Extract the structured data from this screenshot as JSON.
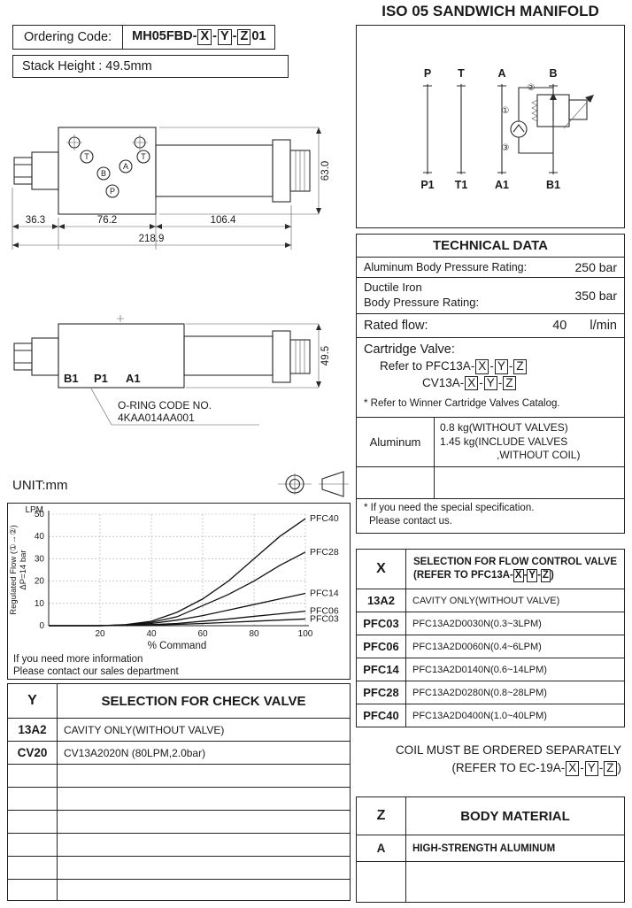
{
  "page": {
    "title": "ISO 05 SANDWICH MANIFOLD",
    "unit_label": "UNIT:mm"
  },
  "codes": {
    "x": "X",
    "y": "Y",
    "z": "Z",
    "sep": "-"
  },
  "ordering": {
    "label": "Ordering Code:",
    "prefix": "MH05FBD-",
    "suffix": "01",
    "stack_height": "Stack Height : 49.5mm"
  },
  "top_view": {
    "ports": [
      "T",
      "T",
      "B",
      "A",
      "P"
    ],
    "dims": {
      "seg1": "36.3",
      "seg2": "76.2",
      "seg3": "106.4",
      "total": "218.9",
      "height": "63.0"
    }
  },
  "side_view": {
    "ports": [
      "B1",
      "P1",
      "A1"
    ],
    "height": "49.5",
    "oring_line1": "O-RING CODE NO.",
    "oring_line2": "4KAA014AA001"
  },
  "schematic": {
    "top_ports": [
      "P",
      "T",
      "A",
      "B"
    ],
    "bottom_ports": [
      "P1",
      "T1",
      "A1",
      "B1"
    ],
    "marks": [
      "①",
      "②",
      "③"
    ]
  },
  "technical_data": {
    "header": "TECHNICAL DATA",
    "row1_label": "Aluminum Body Pressure Rating:",
    "row1_value": "250 bar",
    "row2_label_line1": "Ductile Iron",
    "row2_label_line2": "Body Pressure Rating:",
    "row2_value": "350 bar",
    "row3_label": "Rated flow:",
    "row3_value": "40",
    "row3_unit": "l/min",
    "cartridge_title": "Cartridge Valve:",
    "cartridge_line1_prefix": "Refer to PFC13A-",
    "cartridge_line2_prefix": "CV13A-",
    "catalog_note": "* Refer to Winner Cartridge Valves Catalog.",
    "weight_material": "Aluminum",
    "weight_line1": "0.8  kg(WITHOUT VALVES)",
    "weight_line2": "1.45 kg(INCLUDE VALVES",
    "weight_line3": ",WITHOUT COIL)",
    "special_note_line1": "* If you need the special specification.",
    "special_note_line2": "Please contact us."
  },
  "flow_valve_table": {
    "key": "X",
    "header_line1": "SELECTION FOR FLOW CONTROL VALVE",
    "header_line2_prefix": "(REFER TO PFC13A-",
    "header_line2_suffix": ")",
    "rows": [
      {
        "code": "13A2",
        "desc": "CAVITY ONLY(WITHOUT VALVE)"
      },
      {
        "code": "PFC03",
        "desc": "PFC13A2D0030N(0.3~3LPM)"
      },
      {
        "code": "PFC06",
        "desc": "PFC13A2D0060N(0.4~6LPM)"
      },
      {
        "code": "PFC14",
        "desc": "PFC13A2D0140N(0.6~14LPM)"
      },
      {
        "code": "PFC28",
        "desc": "PFC13A2D0280N(0.8~28LPM)"
      },
      {
        "code": "PFC40",
        "desc": "PFC13A2D0400N(1.0~40LPM)"
      }
    ]
  },
  "coil_note": {
    "line1": "COIL MUST BE ORDERED SEPARATELY",
    "line2_prefix": "(REFER TO EC-19A-",
    "line2_suffix": ")"
  },
  "body_material_table": {
    "key": "Z",
    "header": "BODY MATERIAL",
    "rows": [
      {
        "code": "A",
        "desc": "HIGH-STRENGTH ALUMINUM"
      }
    ]
  },
  "check_valve_table": {
    "key": "Y",
    "header": "SELECTION FOR CHECK VALVE",
    "rows": [
      {
        "code": "13A2",
        "desc": "CAVITY ONLY(WITHOUT VALVE)"
      },
      {
        "code": "CV20",
        "desc": "CV13A2020N (80LPM,2.0bar)"
      }
    ]
  },
  "chart_data": {
    "type": "line",
    "title": "",
    "unit_label": "LPM",
    "xlabel": "% Command",
    "ylabel_line1": "Regulated Flow (①→②)",
    "ylabel_line2": "ΔP=14 bar",
    "xlim": [
      0,
      100
    ],
    "ylim": [
      0,
      50
    ],
    "xticks": [
      20,
      40,
      60,
      80,
      100
    ],
    "yticks": [
      0,
      10,
      20,
      30,
      40,
      50
    ],
    "grid": true,
    "legend_position": "right-edge-labels",
    "x": [
      0,
      10,
      20,
      30,
      40,
      50,
      60,
      70,
      80,
      90,
      100
    ],
    "series": [
      {
        "name": "PFC40",
        "values": [
          0,
          0,
          0,
          0.5,
          2,
          6,
          12,
          20,
          30,
          40,
          48
        ]
      },
      {
        "name": "PFC28",
        "values": [
          0,
          0,
          0,
          0.4,
          1.5,
          4,
          9,
          14,
          20,
          27,
          33
        ]
      },
      {
        "name": "PFC14",
        "values": [
          0,
          0,
          0,
          0.3,
          1,
          2.5,
          4.5,
          7,
          9.5,
          12,
          14.5
        ]
      },
      {
        "name": "PFC06",
        "values": [
          0,
          0,
          0,
          0.2,
          0.5,
          1,
          2,
          3,
          4.2,
          5.3,
          6.5
        ]
      },
      {
        "name": "PFC03",
        "values": [
          0,
          0,
          0,
          0.1,
          0.3,
          0.6,
          1,
          1.5,
          2,
          2.5,
          3
        ]
      }
    ],
    "note_line1": "If you need more information",
    "note_line2": "Please contact our sales department"
  }
}
